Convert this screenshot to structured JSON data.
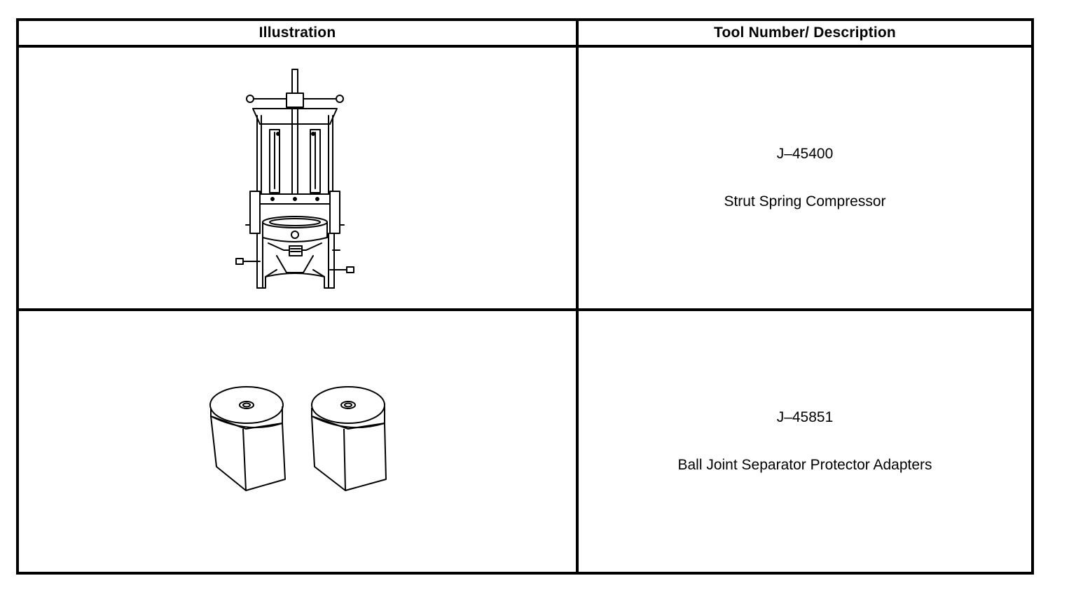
{
  "table": {
    "headers": {
      "illustration": "Illustration",
      "description": "Tool Number/ Description"
    },
    "rows": [
      {
        "tool_number": "J–45400",
        "description": "Strut Spring Compressor",
        "illustration_icon": "strut-spring-compressor-illustration"
      },
      {
        "tool_number": "J–45851",
        "description": "Ball Joint Separator Protector Adapters",
        "illustration_icon": "ball-joint-adapters-illustration"
      }
    ]
  }
}
